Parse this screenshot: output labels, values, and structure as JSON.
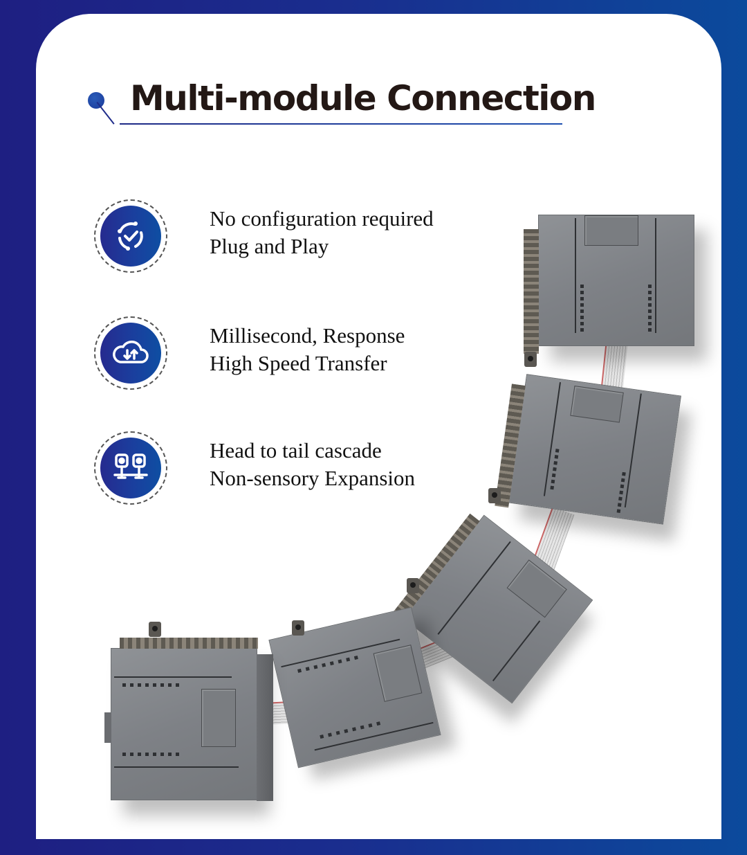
{
  "header": {
    "title": "Multi-module Connection"
  },
  "features": [
    {
      "icon": "cloud-check-cycle-icon",
      "line1": "No configuration required",
      "line2": "Plug and Play"
    },
    {
      "icon": "cloud-upload-download-icon",
      "line1": "Millisecond, Response",
      "line2": "High Speed Transfer"
    },
    {
      "icon": "cascade-modules-icon",
      "line1": "Head to tail cascade",
      "line2": "Non-sensory Expansion"
    }
  ],
  "image": {
    "subject": "five-plc-expansion-modules-connected-by-ribbon-cables",
    "module_count": 5
  },
  "colors": {
    "background_left": "#1e1f82",
    "background_right": "#0b4a9c",
    "card": "#ffffff",
    "title_text": "#231815",
    "accent": "#1a3a9a",
    "module_gray": "#7e8186"
  }
}
